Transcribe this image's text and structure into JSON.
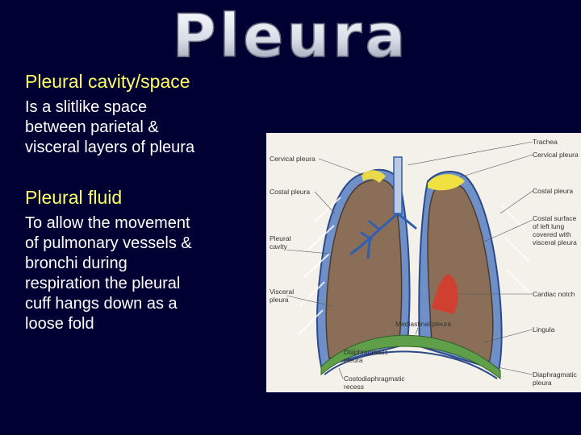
{
  "title": "Pleura",
  "section1": {
    "heading": "Pleural cavity/space",
    "lines": [
      "Is a slitlike space",
      "between parietal &",
      "visceral layers of pleura"
    ]
  },
  "section2": {
    "heading": "Pleural fluid",
    "lines": [
      "To allow the movement",
      "of pulmonary vessels &",
      "bronchi during",
      "respiration the pleural",
      "cuff hangs down as a",
      "loose fold"
    ]
  },
  "figure": {
    "labels": {
      "trachea": "Trachea",
      "cervical_left": "Cervical pleura",
      "cervical_right": "Cervical pleura",
      "costal_left": "Costal pleura",
      "costal_right": "Costal pleura",
      "pleural_cavity": [
        "Pleural",
        "cavity"
      ],
      "costal_surface": [
        "Costal surface",
        "of left lung",
        "covered with",
        "visceral pleura"
      ],
      "visceral_pleura": [
        "Visceral",
        "pleura"
      ],
      "cardiac_notch": "Cardiac notch",
      "mediastinal": "Mediastinal pleura",
      "lingula": "Lingula",
      "diaphragmatic": [
        "Diaphragmatic",
        "pleura"
      ],
      "costodiaphragmatic": [
        "Costodiaphragmatic",
        "recess"
      ],
      "diaphragmatic_right": [
        "Diaphragmatic",
        "pleura"
      ]
    }
  }
}
